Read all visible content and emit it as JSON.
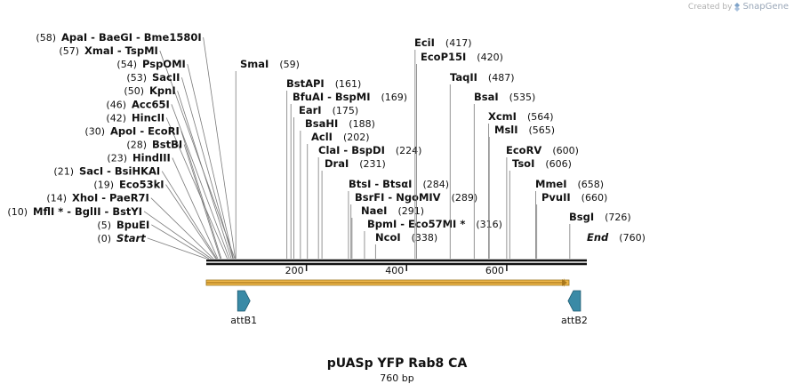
{
  "credit": {
    "prefix": "Created by",
    "brand": "SnapGene"
  },
  "title": "pUASp YFP Rab8 CA",
  "subtitle": "760 bp",
  "sequence_length": 760,
  "axis_ticks": [
    200,
    400,
    600
  ],
  "left_sites": [
    {
      "pos": "(58)",
      "names": [
        "ApaI",
        "BaeGI",
        "Bme1580I"
      ],
      "at": 58
    },
    {
      "pos": "(57)",
      "names": [
        "XmaI",
        "TspMI"
      ],
      "at": 57
    },
    {
      "pos": "(54)",
      "names": [
        "PspOMI"
      ],
      "at": 54
    },
    {
      "pos": "(53)",
      "names": [
        "SacII"
      ],
      "at": 53
    },
    {
      "pos": "(50)",
      "names": [
        "KpnI"
      ],
      "at": 50
    },
    {
      "pos": "(46)",
      "names": [
        "Acc65I"
      ],
      "at": 46
    },
    {
      "pos": "(42)",
      "names": [
        "HincII"
      ],
      "at": 42
    },
    {
      "pos": "(30)",
      "names": [
        "ApoI",
        "EcoRI"
      ],
      "at": 30
    },
    {
      "pos": "(28)",
      "names": [
        "BstBI"
      ],
      "at": 28
    },
    {
      "pos": "(23)",
      "names": [
        "HindIII"
      ],
      "at": 23
    },
    {
      "pos": "(21)",
      "names": [
        "SacI",
        "BsiHKAI"
      ],
      "at": 21
    },
    {
      "pos": "(19)",
      "names": [
        "Eco53kI"
      ],
      "at": 19
    },
    {
      "pos": "(14)",
      "names": [
        "XhoI",
        "PaeR7I"
      ],
      "at": 14
    },
    {
      "pos": "(10)",
      "names": [
        "MflI *",
        "BglII",
        "BstYI"
      ],
      "at": 10
    },
    {
      "pos": "(5)",
      "names": [
        "BpuEI"
      ],
      "at": 5
    },
    {
      "pos": "(0)",
      "names": [
        "Start"
      ],
      "at": 0,
      "italic": true
    }
  ],
  "right_sites": [
    {
      "names": [
        "SmaI"
      ],
      "pos": "(59)",
      "at": 59
    },
    {
      "names": [
        "BstAPI"
      ],
      "pos": "(161)",
      "at": 161
    },
    {
      "names": [
        "BfuAI",
        "BspMI"
      ],
      "pos": "(169)",
      "at": 169
    },
    {
      "names": [
        "EarI"
      ],
      "pos": "(175)",
      "at": 175
    },
    {
      "names": [
        "BsaHI"
      ],
      "pos": "(188)",
      "at": 188
    },
    {
      "names": [
        "AclI"
      ],
      "pos": "(202)",
      "at": 202
    },
    {
      "names": [
        "ClaI",
        "BspDI"
      ],
      "pos": "(224)",
      "at": 224
    },
    {
      "names": [
        "DraI"
      ],
      "pos": "(231)",
      "at": 231
    },
    {
      "names": [
        "BtsI",
        "BtsαI"
      ],
      "pos": "(284)",
      "at": 284
    },
    {
      "names": [
        "BsrFI",
        "NgoMIV"
      ],
      "pos": "(289)",
      "at": 289
    },
    {
      "names": [
        "NaeI"
      ],
      "pos": "(291)",
      "at": 291
    },
    {
      "names": [
        "BpmI",
        "Eco57MI *"
      ],
      "pos": "(316)",
      "at": 316
    },
    {
      "names": [
        "NcoI"
      ],
      "pos": "(338)",
      "at": 338
    },
    {
      "names": [
        "EciI"
      ],
      "pos": "(417)",
      "at": 417
    },
    {
      "names": [
        "EcoP15I"
      ],
      "pos": "(420)",
      "at": 420
    },
    {
      "names": [
        "TaqII"
      ],
      "pos": "(487)",
      "at": 487
    },
    {
      "names": [
        "BsaI"
      ],
      "pos": "(535)",
      "at": 535
    },
    {
      "names": [
        "XcmI"
      ],
      "pos": "(564)",
      "at": 564
    },
    {
      "names": [
        "MslI"
      ],
      "pos": "(565)",
      "at": 565
    },
    {
      "names": [
        "EcoRV"
      ],
      "pos": "(600)",
      "at": 600
    },
    {
      "names": [
        "TsoI"
      ],
      "pos": "(606)",
      "at": 606
    },
    {
      "names": [
        "MmeI"
      ],
      "pos": "(658)",
      "at": 658
    },
    {
      "names": [
        "PvuII"
      ],
      "pos": "(660)",
      "at": 660
    },
    {
      "names": [
        "BsgI"
      ],
      "pos": "(726)",
      "at": 726
    },
    {
      "names": [
        "End"
      ],
      "pos": "(760)",
      "at": 760,
      "italic": true
    }
  ],
  "features": [
    {
      "name": "attB1",
      "at": 75,
      "direction": "right",
      "color": "#3a8aa6"
    },
    {
      "name": "attB2",
      "at": 735,
      "direction": "left",
      "color": "#3a8aa6"
    }
  ],
  "orf": {
    "start": 0,
    "end": 760,
    "color": "#f0b84a",
    "direction": "right"
  }
}
